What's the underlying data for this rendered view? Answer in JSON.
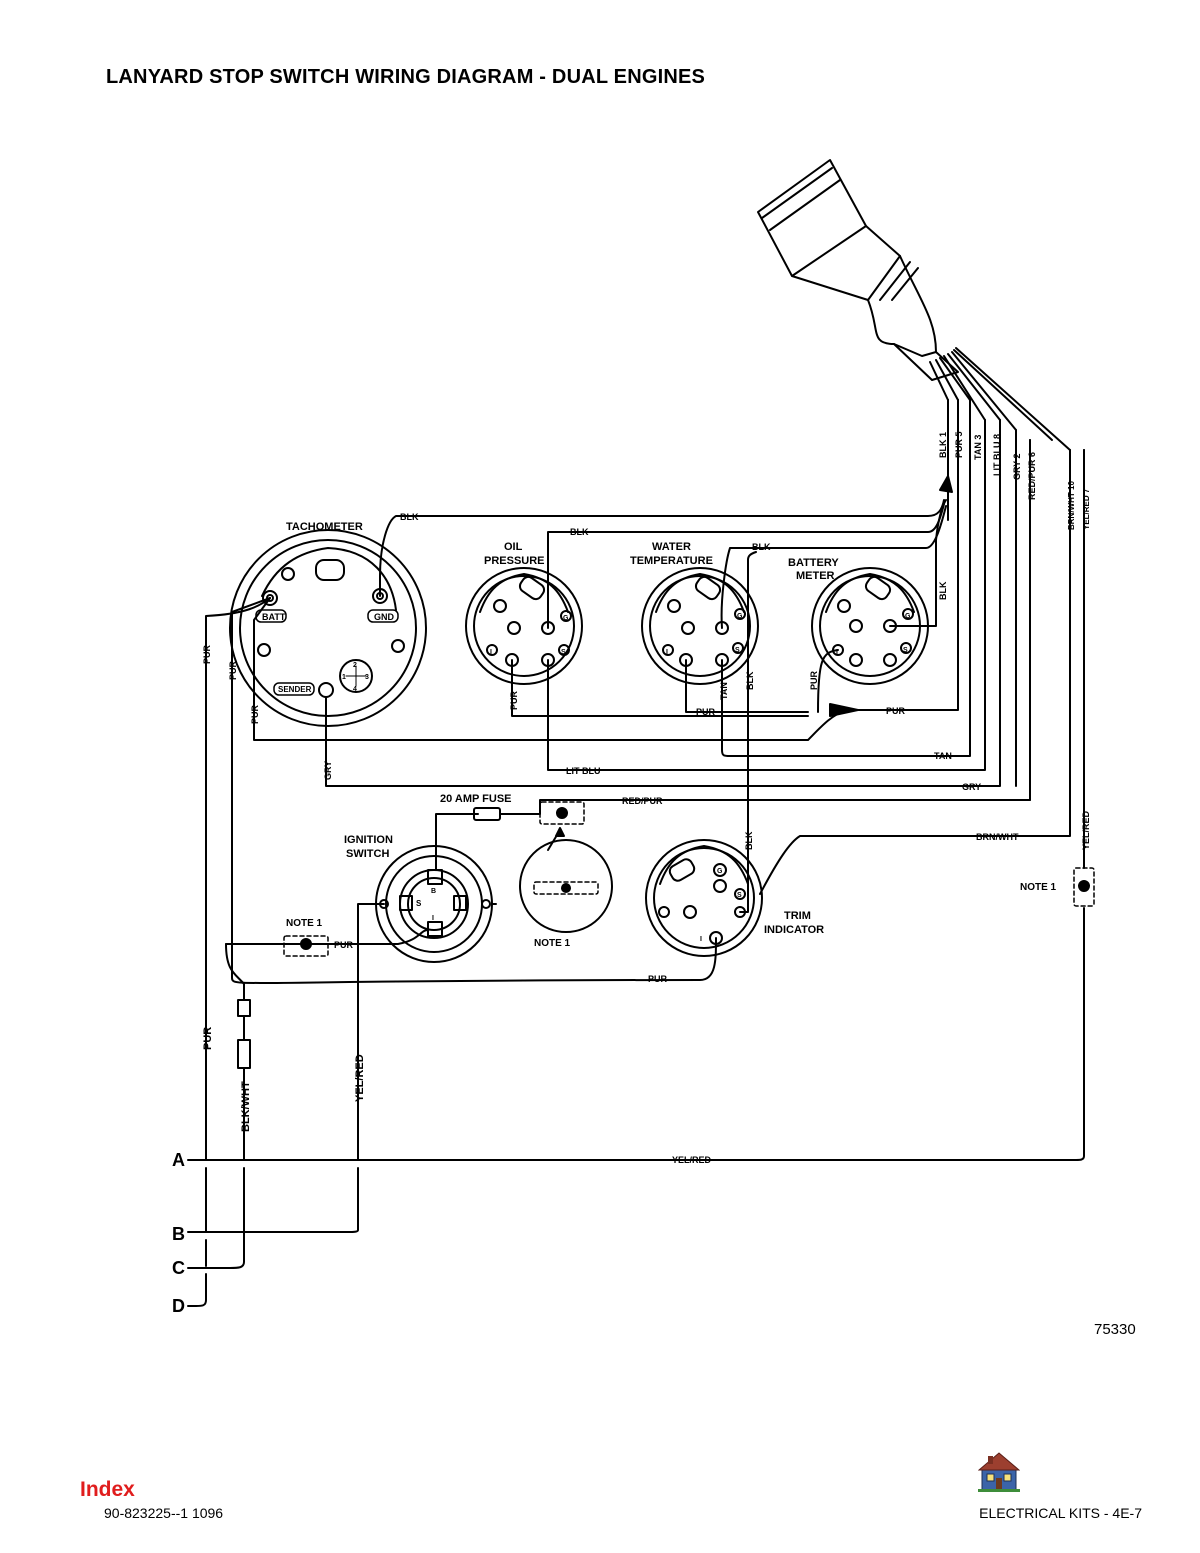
{
  "title": "LANYARD STOP SWITCH WIRING DIAGRAM - DUAL ENGINES",
  "figure_number": "75330",
  "footer": {
    "index_link": "Index",
    "doc_number": "90-823225--1   1096",
    "section": "ELECTRICAL KITS - 4E-7"
  },
  "icons": {
    "home": "house-icon"
  },
  "gauges": {
    "tachometer": {
      "title": "TACHOMETER",
      "batt": "BATT",
      "gnd": "GND",
      "sender": "SENDER",
      "selector": [
        "2",
        "1",
        "3",
        "4"
      ]
    },
    "oil_pressure": {
      "title_1": "OIL",
      "title_2": "PRESSURE"
    },
    "water_temperature": {
      "title_1": "WATER",
      "title_2": "TEMPERATURE"
    },
    "battery_meter": {
      "title_1": "BATTERY",
      "title_2": "METER"
    },
    "ignition_switch": {
      "title_1": "IGNITION",
      "title_2": "SWITCH"
    },
    "trim_indicator": {
      "title_1": "TRIM",
      "title_2": "INDICATOR"
    }
  },
  "terminal_letters": {
    "g": "G",
    "s": "S",
    "i": "I",
    "b": "B"
  },
  "fuse": {
    "label": "20 AMP FUSE",
    "note": "NOTE 1"
  },
  "notes": {
    "note_left": "NOTE 1",
    "note_right": "NOTE 1"
  },
  "harness_wires": [
    "BLK 1",
    "PUR 5",
    "TAN 3",
    "LIT BLU 8",
    "GRY 2",
    "RED/PUR 6",
    "BRN/WHT 10",
    "YEL/RED 7"
  ],
  "wire_labels": {
    "blk": "BLK",
    "pur": "PUR",
    "tan": "TAN",
    "lit_blu": "LIT BLU",
    "gry": "GRY",
    "red_pur": "RED/PUR",
    "brn_wht": "BRN/WHT",
    "yel_red": "YEL/RED",
    "blk_wht": "BLK/WHT"
  },
  "connections": [
    "A",
    "B",
    "C",
    "D"
  ]
}
